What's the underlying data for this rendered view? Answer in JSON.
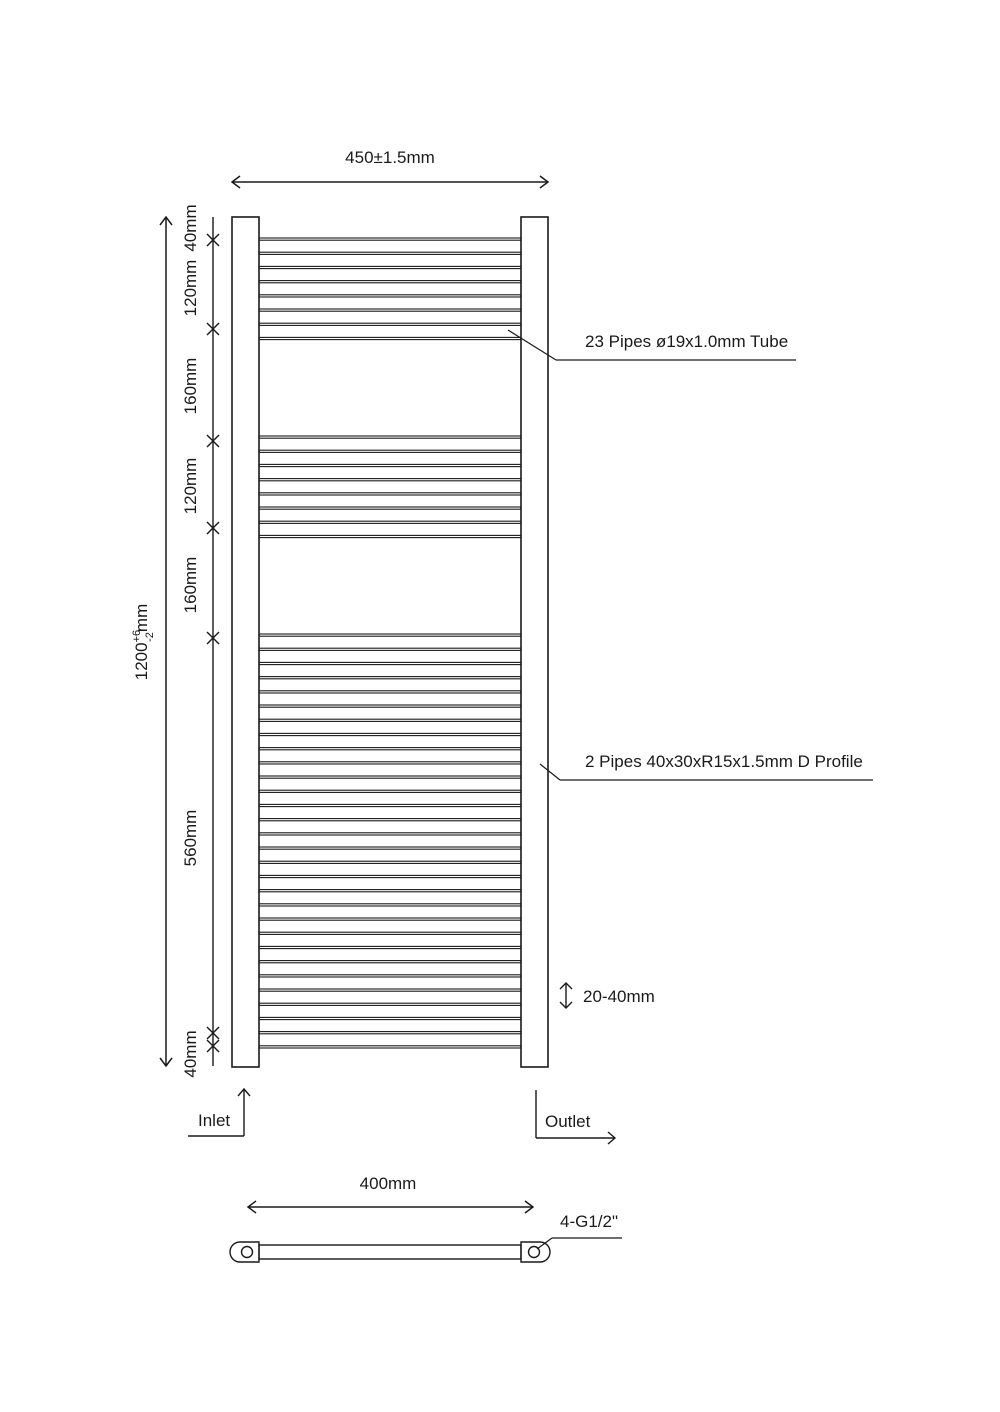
{
  "dimensions": {
    "overall_width": {
      "value": "450±1.5",
      "suffix": "mm"
    },
    "overall_height": {
      "value": "1200",
      "tol_upper": "+6",
      "tol_lower": "-2",
      "suffix": "mm"
    },
    "segments": [
      {
        "id": "seg-top-gap",
        "label": "40mm"
      },
      {
        "id": "seg-group1",
        "label": "120mm"
      },
      {
        "id": "seg-gap1",
        "label": "160mm"
      },
      {
        "id": "seg-group2",
        "label": "120mm"
      },
      {
        "id": "seg-gap2",
        "label": "160mm"
      },
      {
        "id": "seg-group3",
        "label": "560mm"
      },
      {
        "id": "seg-bottom-gap",
        "label": "40mm"
      }
    ],
    "bar_pitch": "20-40mm",
    "centres": "400mm"
  },
  "callouts": {
    "tubes": "23 Pipes ø19x1.0mm Tube",
    "profile": "2 Pipes 40x30xR15x1.5mm D Profile",
    "connection": "4-G1/2\""
  },
  "ports": {
    "inlet": "Inlet",
    "outlet": "Outlet"
  },
  "bar_groups": [
    {
      "name": "top-group",
      "count": 8
    },
    {
      "name": "middle-group",
      "count": 8
    },
    {
      "name": "bottom-group",
      "count": 30
    }
  ],
  "colors": {
    "line": "#1a1a1a",
    "background": "#ffffff"
  }
}
